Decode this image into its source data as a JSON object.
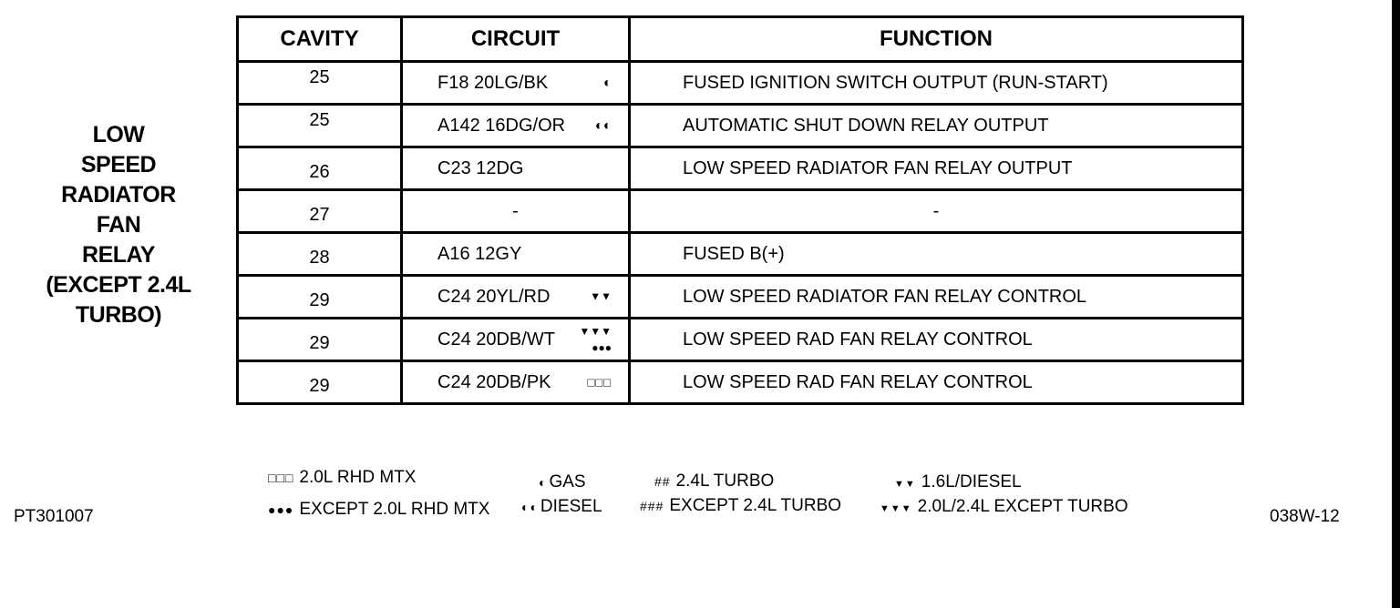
{
  "side_title": [
    "LOW",
    "SPEED",
    "RADIATOR",
    "FAN",
    "RELAY",
    "(EXCEPT 2.4L",
    "TURBO)"
  ],
  "headers": {
    "cavity": "CAVITY",
    "circuit": "CIRCUIT",
    "function": "FUNCTION"
  },
  "rows": [
    {
      "cavity": "25",
      "circuit": "F18 20LG/BK",
      "marker": "◐",
      "function": "FUSED IGNITION SWITCH OUTPUT (RUN-START)"
    },
    {
      "cavity": "25",
      "circuit": "A142 16DG/OR",
      "marker": "◐◐",
      "function": "AUTOMATIC SHUT DOWN RELAY OUTPUT"
    },
    {
      "cavity": "26",
      "circuit": "C23 12DG",
      "marker": "",
      "function": "LOW SPEED RADIATOR FAN RELAY OUTPUT"
    },
    {
      "cavity": "27",
      "circuit": "-",
      "marker": "",
      "function": "-"
    },
    {
      "cavity": "28",
      "circuit": "A16 12GY",
      "marker": "",
      "function": "FUSED B(+)"
    },
    {
      "cavity": "29",
      "circuit": "C24 20YL/RD",
      "marker": "▼▼",
      "function": "LOW SPEED RADIATOR FAN RELAY CONTROL"
    },
    {
      "cavity": "29",
      "circuit": "C24 20DB/WT",
      "marker": "▼▼▼",
      "marker2": "●●●",
      "function": "LOW SPEED RAD FAN RELAY CONTROL"
    },
    {
      "cavity": "29",
      "circuit": "C24 20DB/PK",
      "marker": "□□□",
      "function": "LOW SPEED RAD FAN RELAY CONTROL"
    }
  ],
  "legend": [
    {
      "symbol": "□□□",
      "label": "2.0L RHD MTX"
    },
    {
      "symbol": "●●●",
      "label": "EXCEPT 2.0L RHD MTX"
    },
    {
      "symbol": "◐",
      "label": "GAS"
    },
    {
      "symbol": "◐◐",
      "label": "DIESEL"
    },
    {
      "symbol": "##",
      "label": "2.4L TURBO"
    },
    {
      "symbol": "###",
      "label": "EXCEPT 2.4L TURBO"
    },
    {
      "symbol": "▼▼",
      "label": "1.6L/DIESEL"
    },
    {
      "symbol": "▼▼▼",
      "label": "2.0L/2.4L EXCEPT TURBO"
    }
  ],
  "ref_left": "PT301007",
  "ref_right": "038W-12"
}
